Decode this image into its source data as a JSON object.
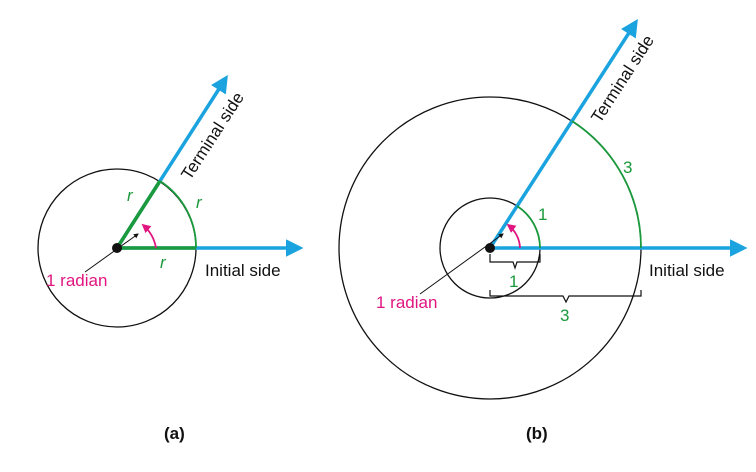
{
  "colors": {
    "ray": "#1aa3df",
    "radius": "#1a9a3c",
    "angle": "#e0157f",
    "circle": "#111111",
    "text": "#111111"
  },
  "panel_a": {
    "terminal_label": "Terminal side",
    "initial_label": "Initial side",
    "radius_label_terminal": "r",
    "radius_label_initial": "r",
    "arc_label": "r",
    "angle_label": "1 radian",
    "caption": "(a)"
  },
  "panel_b": {
    "terminal_label": "Terminal side",
    "initial_label": "Initial side",
    "small_arc_label": "1",
    "large_arc_label": "3",
    "small_brace_label": "1",
    "large_brace_label": "3",
    "angle_label": "1 radian",
    "caption": "(b)"
  }
}
